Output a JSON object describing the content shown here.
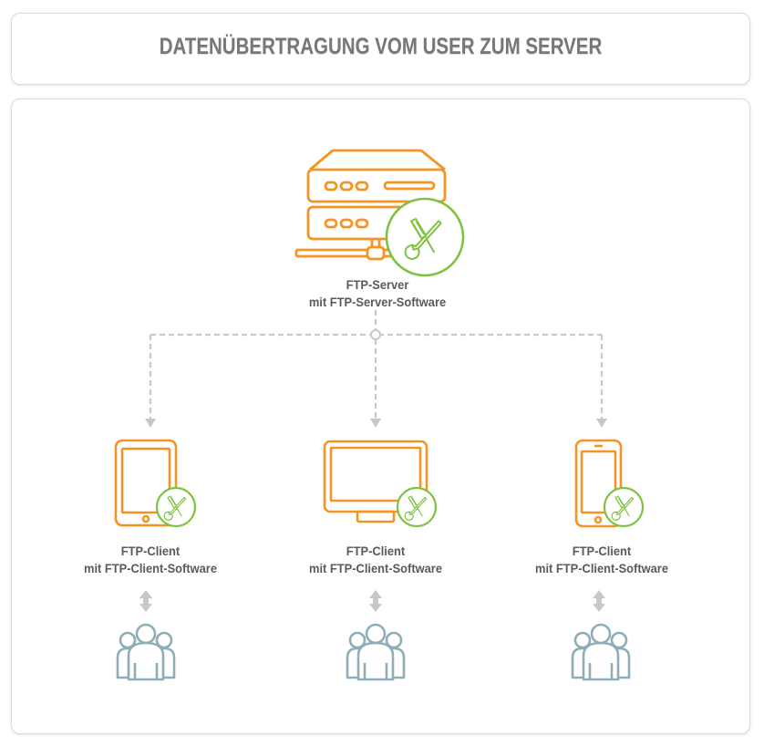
{
  "title": "DATENÜBERTRAGUNG VOM USER ZUM SERVER",
  "server": {
    "line1": "FTP-Server",
    "line2": "mit FTP-Server-Software",
    "icon": "server-icon"
  },
  "clients": [
    {
      "line1": "FTP-Client",
      "line2": "mit FTP-Client-Software",
      "icon": "tablet-icon"
    },
    {
      "line1": "FTP-Client",
      "line2": "mit FTP-Client-Software",
      "icon": "monitor-icon"
    },
    {
      "line1": "FTP-Client",
      "line2": "mit FTP-Client-Software",
      "icon": "smartphone-icon"
    }
  ],
  "colors": {
    "device": "#f39425",
    "software": "#7fc241",
    "connector": "#c8c8c8",
    "user": "#8fadb9",
    "text": "#5a5a5a"
  }
}
